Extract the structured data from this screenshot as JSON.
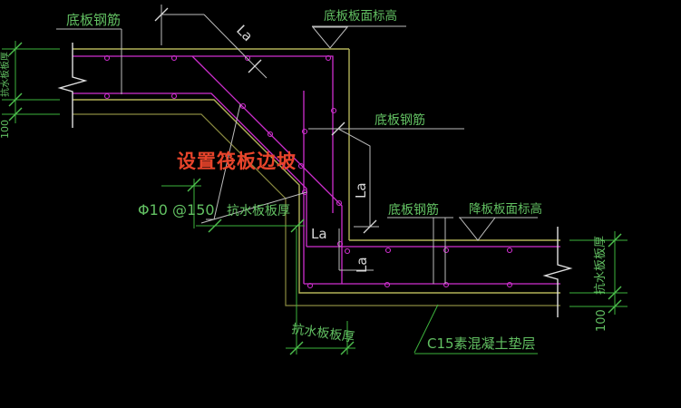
{
  "drawing": {
    "type": "cad-foundation-step-detail",
    "colors": {
      "background": "#000000",
      "slab_outline": "#b2b258",
      "cushion_outline": "#8a8a40",
      "rebar": "#cf2fcf",
      "dimension_green": "#3db33d",
      "label_green": "#62c062",
      "leader_grey": "#bdbdbd",
      "lap_text_white": "#d8d8d8",
      "highlight_red": "#e8442b"
    },
    "annotations": {
      "top_left_rebar": "底板钢筋",
      "top_elevation": "底板板面标高",
      "mid_rebar": "底板钢筋",
      "lower_rebar": "底板钢筋",
      "drop_elevation": "降板板面标高",
      "slope_note": "设置筏板边坡",
      "rebar_spec": "Φ10 @150",
      "slope_thickness": "抗水板板厚",
      "left_thickness": "抗水板板厚",
      "left_cushion_dim": "100",
      "right_thickness": "抗水板板厚",
      "right_cushion_dim": "100",
      "bottom_thickness": "抗水板板厚",
      "cushion_note": "C15素混凝土垫层",
      "lap_diagonal": "La",
      "lap_step": "La",
      "lap_mid": "La",
      "lap_lower": "La"
    }
  }
}
